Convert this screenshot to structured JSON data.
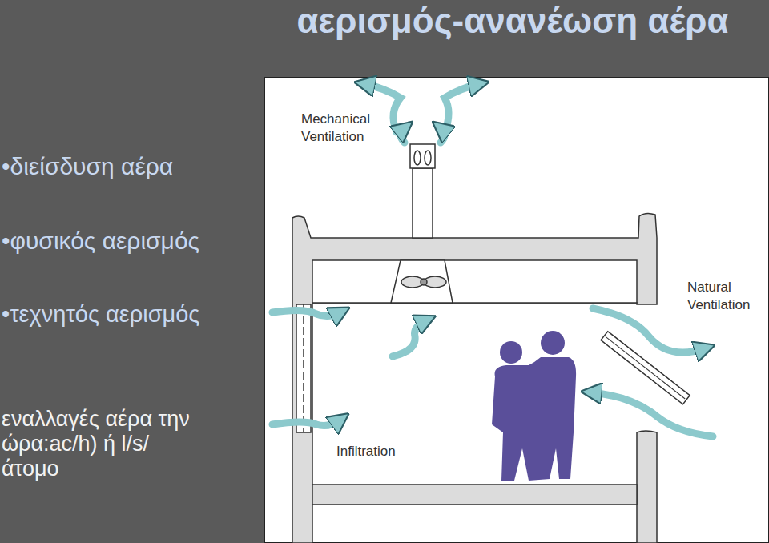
{
  "diagram": {
    "title": "αερισμός-ανανέωση αέρα",
    "labels": [
      "•διείσδυση αέρα",
      "•φυσικός αερισμός",
      "•τεχνητός αερισμός",
      "εναλλαγές αέρα την ώρα:ac/h) ή l/s/άτομο",
      "Mechanical Ventilation",
      "Natural Ventilation",
      "Infiltration"
    ]
  }
}
